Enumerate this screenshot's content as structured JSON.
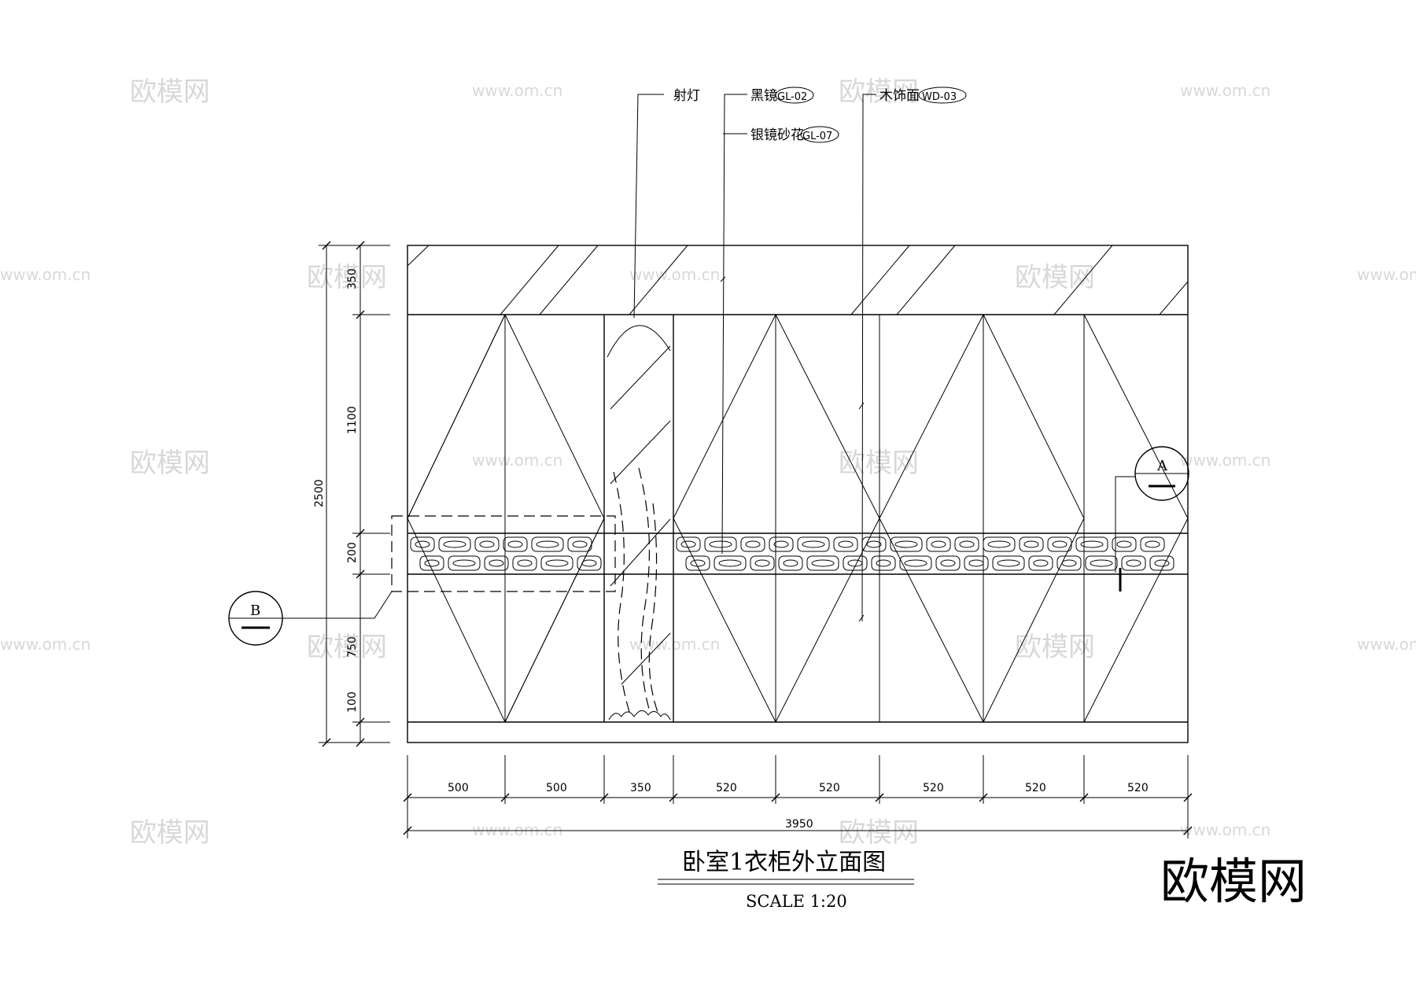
{
  "title": "卧室1衣柜外立面图",
  "scale": "SCALE 1:20",
  "watermark": {
    "brand": "欧模网",
    "url": "www.om.cn"
  },
  "callouts": {
    "spotlight": "射灯",
    "black_mirror": "黑镜",
    "black_mirror_code": "GL-02",
    "silver_mirror": "银镜砂花",
    "silver_mirror_code": "GL-07",
    "wood_finish": "木饰面",
    "wood_finish_code": "WD-03"
  },
  "section_markers": {
    "a": "A",
    "b": "B"
  },
  "dimensions": {
    "vertical_total": "2500",
    "vertical_segments": [
      "350",
      "1100",
      "200",
      "750",
      "100"
    ],
    "horizontal_segments": [
      "500",
      "500",
      "350",
      "520",
      "520",
      "520",
      "520",
      "520"
    ],
    "horizontal_total": "3950"
  },
  "colors": {
    "line": "#000000",
    "watermark": "#d8d8d8",
    "background": "#ffffff"
  }
}
